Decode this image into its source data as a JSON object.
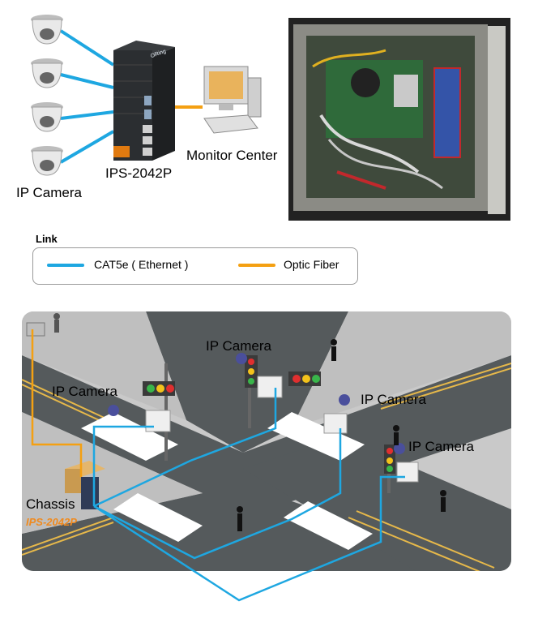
{
  "top_diagram": {
    "camera_label": "IP Camera",
    "switch_label": "IPS-2042P",
    "switch_brand": "ORing",
    "monitor_label": "Monitor Center"
  },
  "legend": {
    "title": "Link",
    "items": [
      {
        "label": "CAT5e ( Ethernet )",
        "color": "#1ea7e1"
      },
      {
        "label": "Optic Fiber",
        "color": "#f4a012"
      }
    ]
  },
  "street_scene": {
    "camera_labels": [
      "IP Camera",
      "IP Camera",
      "IP Camera",
      "IP Camera"
    ],
    "chassis_label": "Chassis",
    "chassis_model": "IPS-2042P"
  },
  "colors": {
    "ethernet": "#1ea7e1",
    "fiber": "#f4a012",
    "road": "#555a5c",
    "road_line": "#e6b84a",
    "sidewalk": "#c9c9c9",
    "model_text": "#f08a1e"
  }
}
